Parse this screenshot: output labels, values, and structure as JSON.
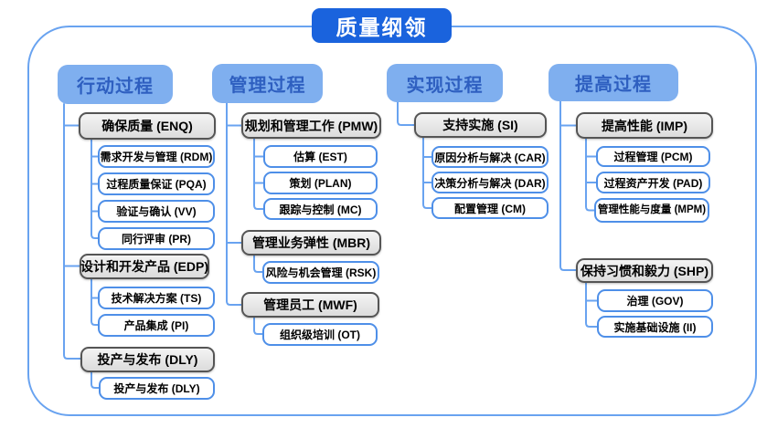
{
  "title": "质量纲领",
  "columns": [
    {
      "header": "行动过程",
      "groups": [
        {
          "label": "确保质量 (ENQ)",
          "children": [
            "需求开发与管理 (RDM)",
            "过程质量保证 (PQA)",
            "验证与确认 (VV)",
            "同行评审 (PR)"
          ]
        },
        {
          "label": "设计和开发产品 (EDP)",
          "children": [
            "技术解决方案 (TS)",
            "产品集成 (PI)"
          ]
        },
        {
          "label": "投产与发布 (DLY)",
          "children": [
            "投产与发布 (DLY)"
          ]
        }
      ]
    },
    {
      "header": "管理过程",
      "groups": [
        {
          "label": "规划和管理工作 (PMW)",
          "children": [
            "估算 (EST)",
            "策划 (PLAN)",
            "跟踪与控制 (MC)"
          ]
        },
        {
          "label": "管理业务弹性 (MBR)",
          "children": [
            "风险与机会管理 (RSK)"
          ]
        },
        {
          "label": "管理员工 (MWF)",
          "children": [
            "组织级培训 (OT)"
          ]
        }
      ]
    },
    {
      "header": "实现过程",
      "groups": [
        {
          "label": "支持实施 (SI)",
          "children": [
            "原因分析与解决 (CAR)",
            "决策分析与解决 (DAR)",
            "配置管理 (CM)"
          ]
        }
      ]
    },
    {
      "header": "提高过程",
      "groups": [
        {
          "label": "提高性能 (IMP)",
          "children": [
            "过程管理 (PCM)",
            "过程资产开发 (PAD)",
            "管理性能与度量 (MPM)"
          ]
        },
        {
          "label": "保持习惯和毅力 (SHP)",
          "children": [
            "治理 (GOV)",
            "实施基础设施 (II)"
          ]
        }
      ]
    }
  ],
  "colors": {
    "central_topic_fill": "#1A63DD",
    "branch_header_fill": "#7FAFEF",
    "branch_header_text": "#2E5FC0",
    "connector_blue": "#69A3F0",
    "gray_node_border": "#555555",
    "white_node_border": "#4E8FE8"
  }
}
